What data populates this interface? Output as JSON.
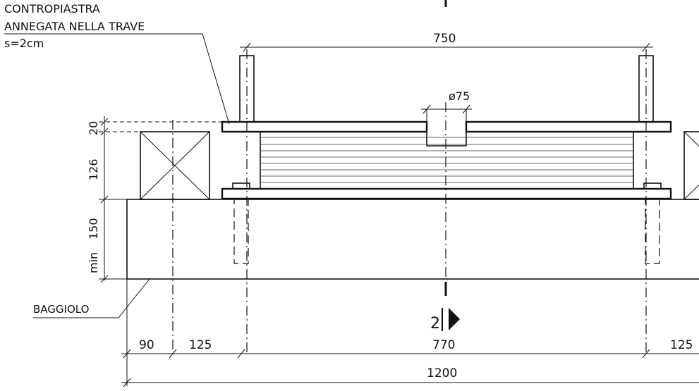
{
  "labels": {
    "note_line1": "CONTROPIASTRA",
    "note_line2": "ANNEGATA NELLA TRAVE",
    "note_line3": "s=2cm",
    "baggiolo": "BAGGIOLO",
    "section_marker": "2"
  },
  "dimensions": {
    "top_span": "750",
    "hole_diameter": "ø75",
    "plate_thickness": "20",
    "bearing_height": "126",
    "pedestal_height": "150",
    "pedestal_min": "min",
    "edge_90": "90",
    "edge_125_left": "125",
    "center_770": "770",
    "edge_125_right": "125",
    "total_1200": "1200"
  }
}
